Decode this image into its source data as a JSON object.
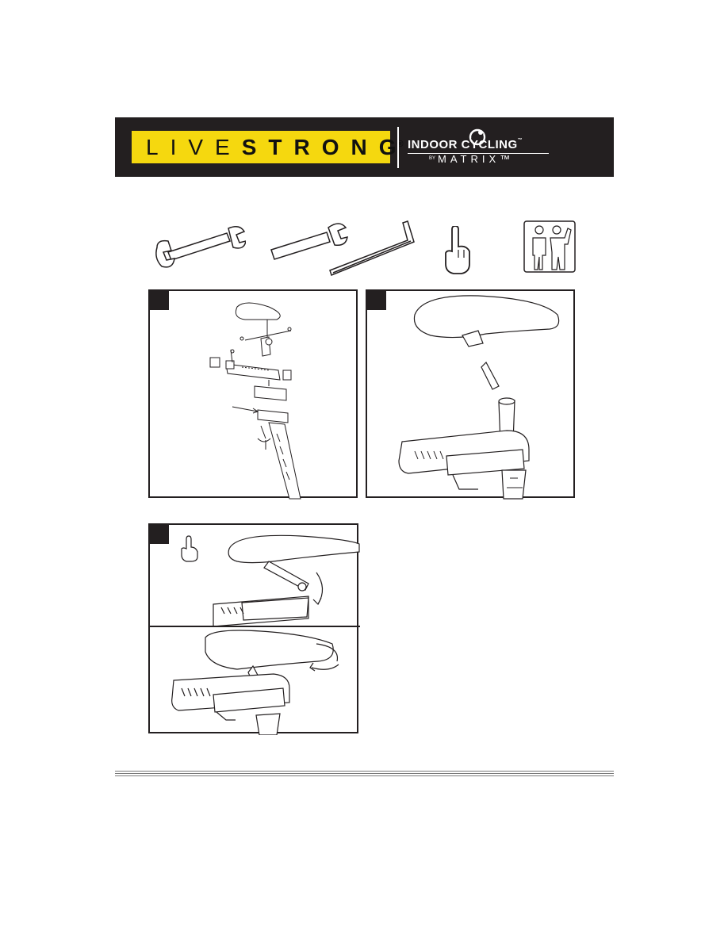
{
  "header": {
    "brand_light": "LIVE",
    "brand_bold": "STRONG",
    "brand_reg": "®",
    "product": "INDOOR CYCLING",
    "product_tm": "™",
    "by": "BY",
    "maker": "MATRIX™"
  },
  "tools": {
    "icons": [
      "open-wrench-icon",
      "open-wrench-icon",
      "hex-key-icon",
      "pointing-hand-icon",
      "two-person-icon"
    ]
  },
  "steps": [
    {
      "number": ""
    },
    {
      "number": ""
    },
    {
      "number": ""
    }
  ],
  "colors": {
    "brand_yellow": "#f5d80f",
    "banner_dark": "#231f20"
  }
}
